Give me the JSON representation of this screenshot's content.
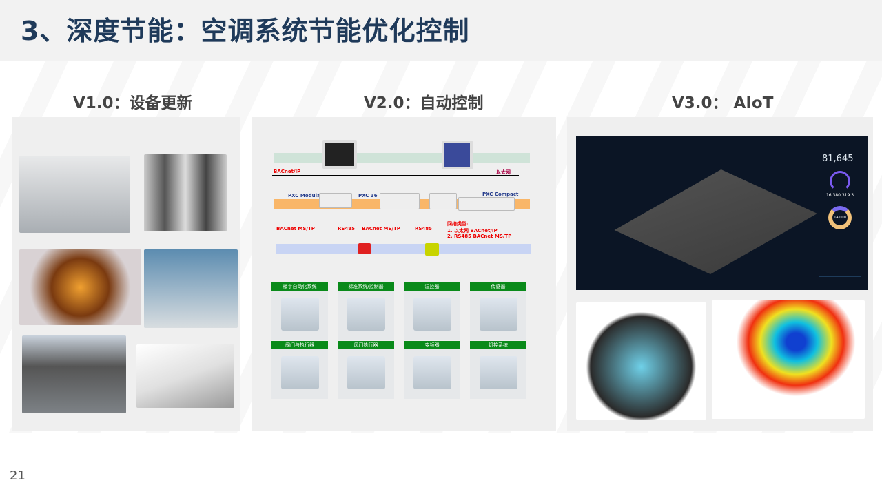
{
  "title": "3、深度节能：空调系统节能优化控制",
  "page_number": "21",
  "columns": [
    {
      "heading": "V1.0：设备更新"
    },
    {
      "heading": "V2.0：自动控制"
    },
    {
      "heading": "V3.0： AIoT"
    }
  ],
  "diagram": {
    "bacnet_ip": "BACnet/IP",
    "ethernet": "以太网",
    "pxc_modular": "PXC Modular",
    "pxc36": "PXC 36",
    "pxc_compact": "PXC Compact",
    "mstp1": "BACnet MS/TP",
    "rs485a": "RS485",
    "mstp2": "BACnet MS/TP",
    "rs485b": "RS485",
    "net_types_title": "网络类型:",
    "net_type1": "1. 以太网 BACnet/IP",
    "net_type2": "2. RS485 BACnet MS/TP"
  },
  "categories": [
    "楼宇自动化系统",
    "标准系统/控制器",
    "温控器",
    "传感器",
    "阀门与执行器",
    "风门执行器",
    "变频器",
    "灯控系统"
  ],
  "dashboard": {
    "value1": "81,645",
    "value2": "16,380,319.3",
    "donut_center": "14,000"
  }
}
